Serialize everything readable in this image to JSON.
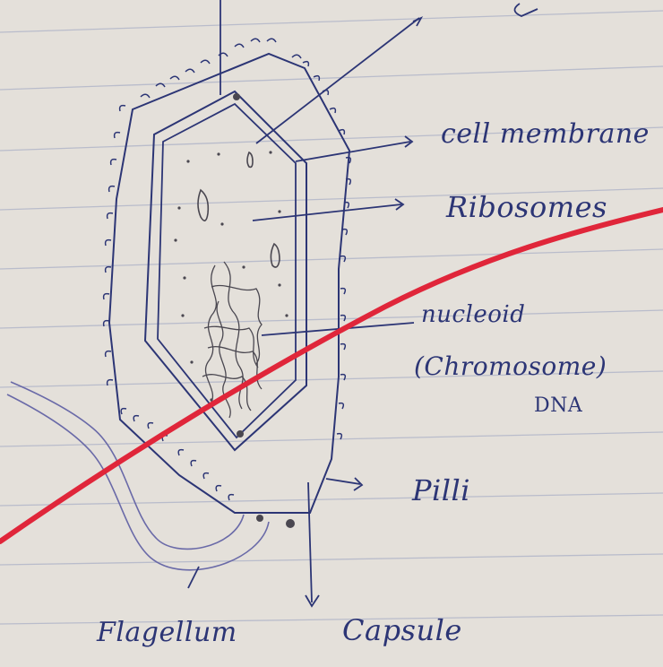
{
  "labels": {
    "cell_membrane": "cell membrane",
    "ribosomes": "Ribosomes",
    "nucleoid": "nucleoid",
    "chromosome": "(Chromosome)",
    "dna": "DNA",
    "pilli": "Pilli",
    "flagellum": "Flagellum",
    "capsule": "Capsule"
  },
  "colors": {
    "paper": "#e4e0da",
    "rule_line": "#b9bccb",
    "ink": "#2c3575",
    "pencil": "#55535a",
    "red_stroke": "#e0263a"
  }
}
